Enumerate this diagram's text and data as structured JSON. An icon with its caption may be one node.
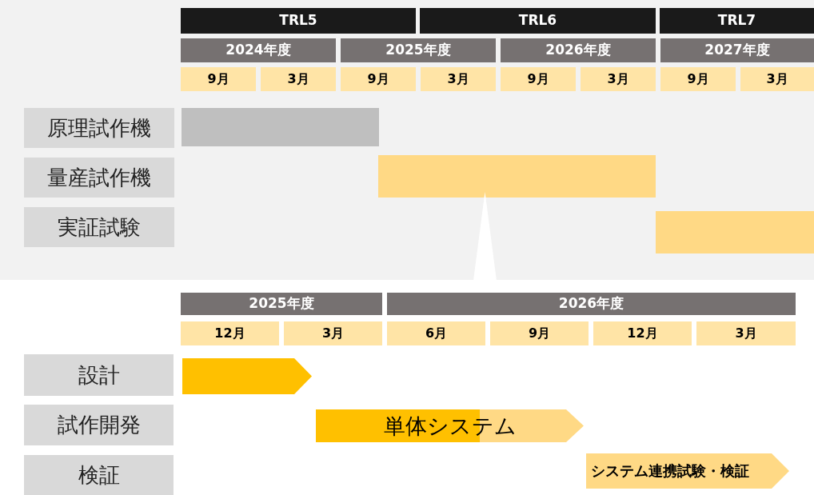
{
  "diagram": {
    "nodes": [
      {
        "text": [
          "TRL5"
        ]
      },
      {
        "text": [
          "TRL6"
        ]
      },
      {
        "text": [
          "TRL7"
        ]
      },
      {
        "text": [
          "2024年度"
        ]
      },
      {
        "text": [
          "2025年度"
        ]
      },
      {
        "text": [
          "2026年度"
        ]
      },
      {
        "text": [
          "2027年度"
        ]
      },
      {
        "text": [
          "9月"
        ]
      },
      {
        "text": [
          "3月"
        ]
      },
      {
        "text": [
          "9月"
        ]
      },
      {
        "text": [
          "3月"
        ]
      },
      {
        "text": [
          "9月"
        ]
      },
      {
        "text": [
          "3月"
        ]
      },
      {
        "text": [
          "9月"
        ]
      },
      {
        "text": [
          "3月"
        ]
      },
      {
        "text": [
          "原理試作機"
        ]
      },
      {
        "text": [],
        "shape": "bar"
      },
      {
        "text": [
          "量産試作機"
        ]
      },
      {
        "text": [],
        "shape": "bar"
      },
      {
        "text": [
          "実証試験"
        ]
      },
      {
        "text": [],
        "shape": "bar"
      },
      {
        "text": [
          "2025年度"
        ]
      },
      {
        "text": [
          "2026年度"
        ]
      },
      {
        "text": [
          "12月"
        ]
      },
      {
        "text": [
          "3月"
        ]
      },
      {
        "text": [
          "6月"
        ]
      },
      {
        "text": [
          "9月"
        ]
      },
      {
        "text": [
          "12月"
        ]
      },
      {
        "text": [
          "3月"
        ]
      },
      {
        "text": [
          "設計"
        ]
      },
      {
        "text": [],
        "shape": "arrow"
      },
      {
        "text": [
          "試作開発"
        ]
      },
      {
        "text": [
          "単体システム"
        ]
      },
      {
        "text": [
          "検証"
        ]
      },
      {
        "text": [
          "システム連携試験・検証"
        ]
      },
      {
        "text": [],
        "shape": "triangle"
      }
    ]
  }
}
